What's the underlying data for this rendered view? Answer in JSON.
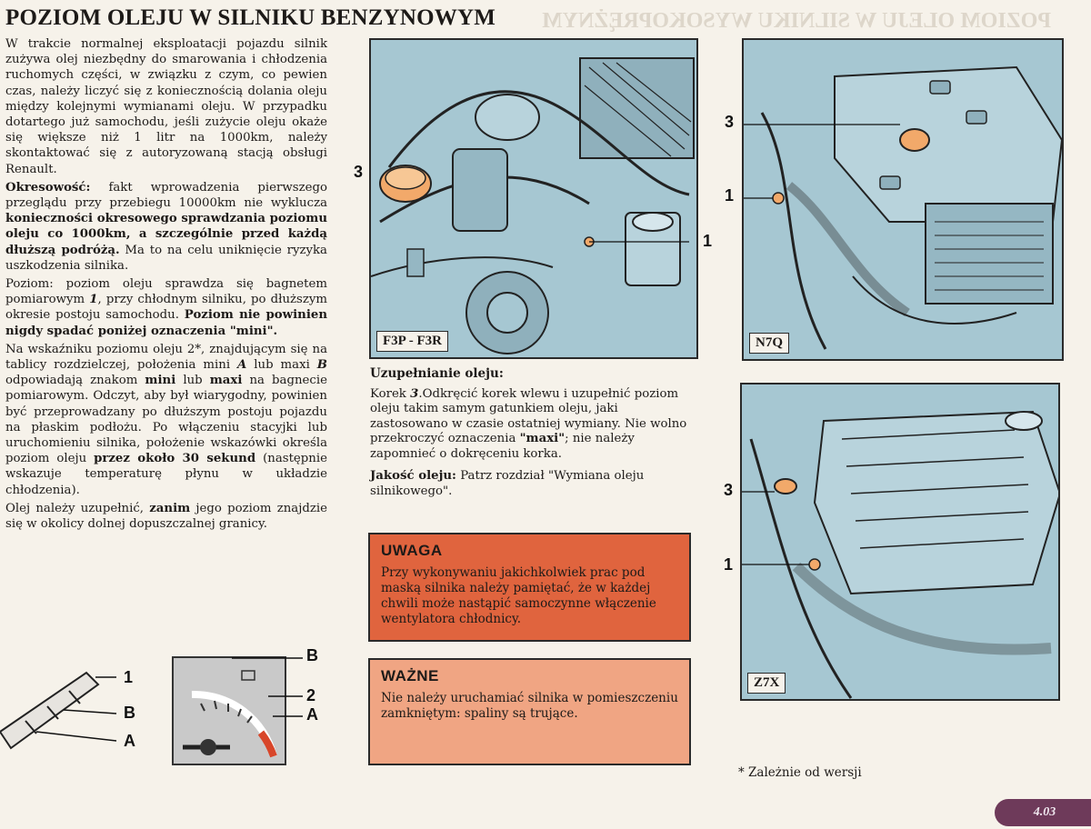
{
  "title": "POZIOM OLEJU W SILNIKU BENZYNOWYM",
  "ghost_title": "POZIOM OLEJU W SILNIKU WYSOKOPRĘŻNYM",
  "intro": "W trakcie normalnej eksploatacji pojazdu silnik zużywa olej niezbędny do smarowania i chłodzenia ruchomych części, w związku z czym, co pewien czas, należy liczyć się z koniecznością dolania oleju między kolejnymi wymianami oleju. W przypadku dotartego już samochodu, jeśli zużycie oleju okaże się większe niż 1 litr na 1000km, należy skontaktować się z autoryzowaną stacją obsługi Renault.",
  "okresowosc": {
    "label": "Okresowość:",
    "text1": " fakt wprowadzenia pierwszego przeglądu przy przebiegu 10000km nie wyklucza ",
    "bold": "konieczności okresowego sprawdzania poziomu oleju co 1000km, a szczególnie przed każdą dłuższą podróżą.",
    "text2": " Ma to na celu uniknięcie ryzyka uszkodzenia silnika."
  },
  "poziom": {
    "text1": "Poziom: poziom oleju sprawdza się bagnetem pomiarowym ",
    "num": "1",
    "text2": ", przy chłodnym silniku, po dłuższym okresie postoju samochodu. ",
    "bold": "Poziom nie powinien nigdy spadać poniżej oznaczenia \"mini\"."
  },
  "wskaznik": {
    "t1": "Na wskaźniku poziomu oleju 2*, znajdującym się na tablicy rozdzielczej, położenia mini ",
    "A": "A",
    "t2": " lub maxi ",
    "B": "B",
    "t3": " odpowiadają znakom ",
    "mini": "mini",
    "t4": " lub ",
    "maxi": "maxi",
    "t5": " na bagnecie pomiarowym. Odczyt, aby był wiarygodny, powinien być przeprowadzany po dłuższym postoju pojazdu na płaskim podłożu. Po włączeniu stacyjki lub uruchomieniu silnika, położenie wskazówki określa poziom oleju ",
    "bold": "przez około 30 sekund",
    "t6": " (następnie wskazuje temperaturę płynu w układzie chłodzenia)."
  },
  "uzupelnic": {
    "t1": "Olej należy uzupełnić, ",
    "bold": "zanim",
    "t2": " jego poziom znajdzie się w okolicy dolnej dopuszczalnej granicy."
  },
  "uzupelnianie": {
    "heading": "Uzupełnianie oleju:",
    "t1": "Korek ",
    "num": "3",
    "t2": ".Odkręcić korek wlewu i uzupełnić poziom oleju takim samym gatunkiem oleju, jaki zastosowano w czasie ostatniej wymiany. Nie wolno przekroczyć oznaczenia ",
    "bold": "\"maxi\"",
    "t3": "; nie należy zapomnieć o dokręceniu korka."
  },
  "jakosc": {
    "label": "Jakość oleju:",
    "text": " Patrz rozdział \"Wymiana oleju silnikowego\"."
  },
  "uwaga": {
    "heading": "UWAGA",
    "text": "Przy wykonywaniu jakichkolwiek prac pod maską silnika należy pamiętać, że w każdej chwili może nastąpić samoczynne włączenie wentylatora chłodnicy.",
    "color": "#e0643e"
  },
  "wazne": {
    "heading": "WAŻNE",
    "text": "Nie należy uruchamiać silnika w pomieszczeniu zamkniętym: spaliny są trujące.",
    "color": "#f0a583"
  },
  "figures": {
    "f3p": {
      "label": "F3P - F3R",
      "c3": "3",
      "c1": "1"
    },
    "n7q": {
      "label": "N7Q",
      "c3": "3",
      "c1": "1"
    },
    "z7x": {
      "label": "Z7X",
      "c3": "3",
      "c1": "1"
    }
  },
  "dipstick": {
    "c1": "1",
    "cB": "B",
    "cA": "A"
  },
  "gauge": {
    "cB": "B",
    "c2": "2",
    "cA": "A"
  },
  "footnote": "* Zależnie od wersji",
  "page_number": "4.03"
}
